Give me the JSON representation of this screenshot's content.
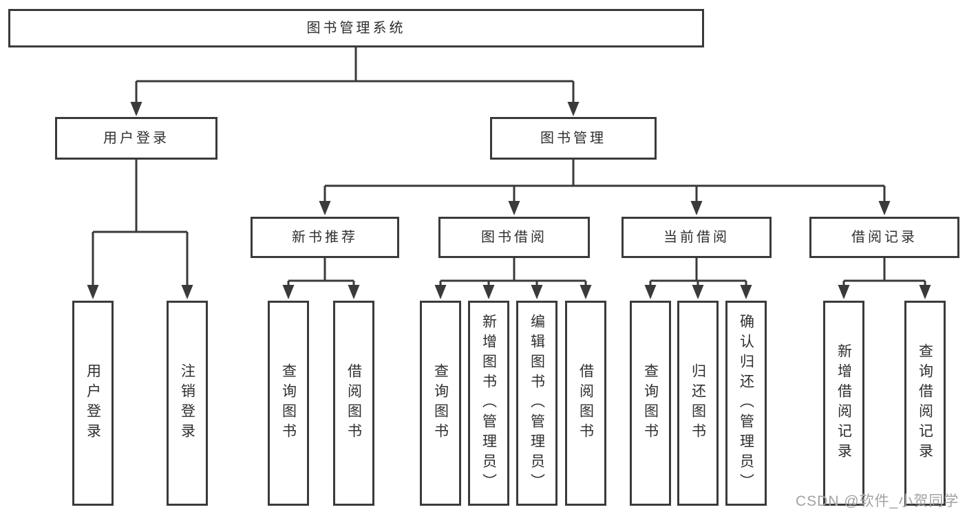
{
  "diagram": {
    "root": {
      "label": "图书管理系统"
    },
    "level2": [
      {
        "label": "用户登录"
      },
      {
        "label": "图书管理"
      }
    ],
    "level3": [
      {
        "label": "新书推荐"
      },
      {
        "label": "图书借阅"
      },
      {
        "label": "当前借阅"
      },
      {
        "label": "借阅记录"
      }
    ],
    "leaves": {
      "user_login": [
        "用户登录",
        "注销登录"
      ],
      "new_book": [
        "查询图书",
        "借阅图书"
      ],
      "borrow": [
        "查询图书",
        "新增图书（管理员）",
        "编辑图书（管理员）",
        "借阅图书"
      ],
      "current": [
        "查询图书",
        "归还图书",
        "确认归还（管理员）"
      ],
      "records": [
        "新增借阅记录",
        "查询借阅记录"
      ]
    }
  },
  "watermark": {
    "text": "CSDN @软件_小贺同学",
    "color": "#a2a2a2"
  },
  "colors": {
    "background": "#ffffff",
    "box_border": "#3a3a3a",
    "connector_line": "#3a3a3a",
    "text": "#2f2f2f"
  }
}
